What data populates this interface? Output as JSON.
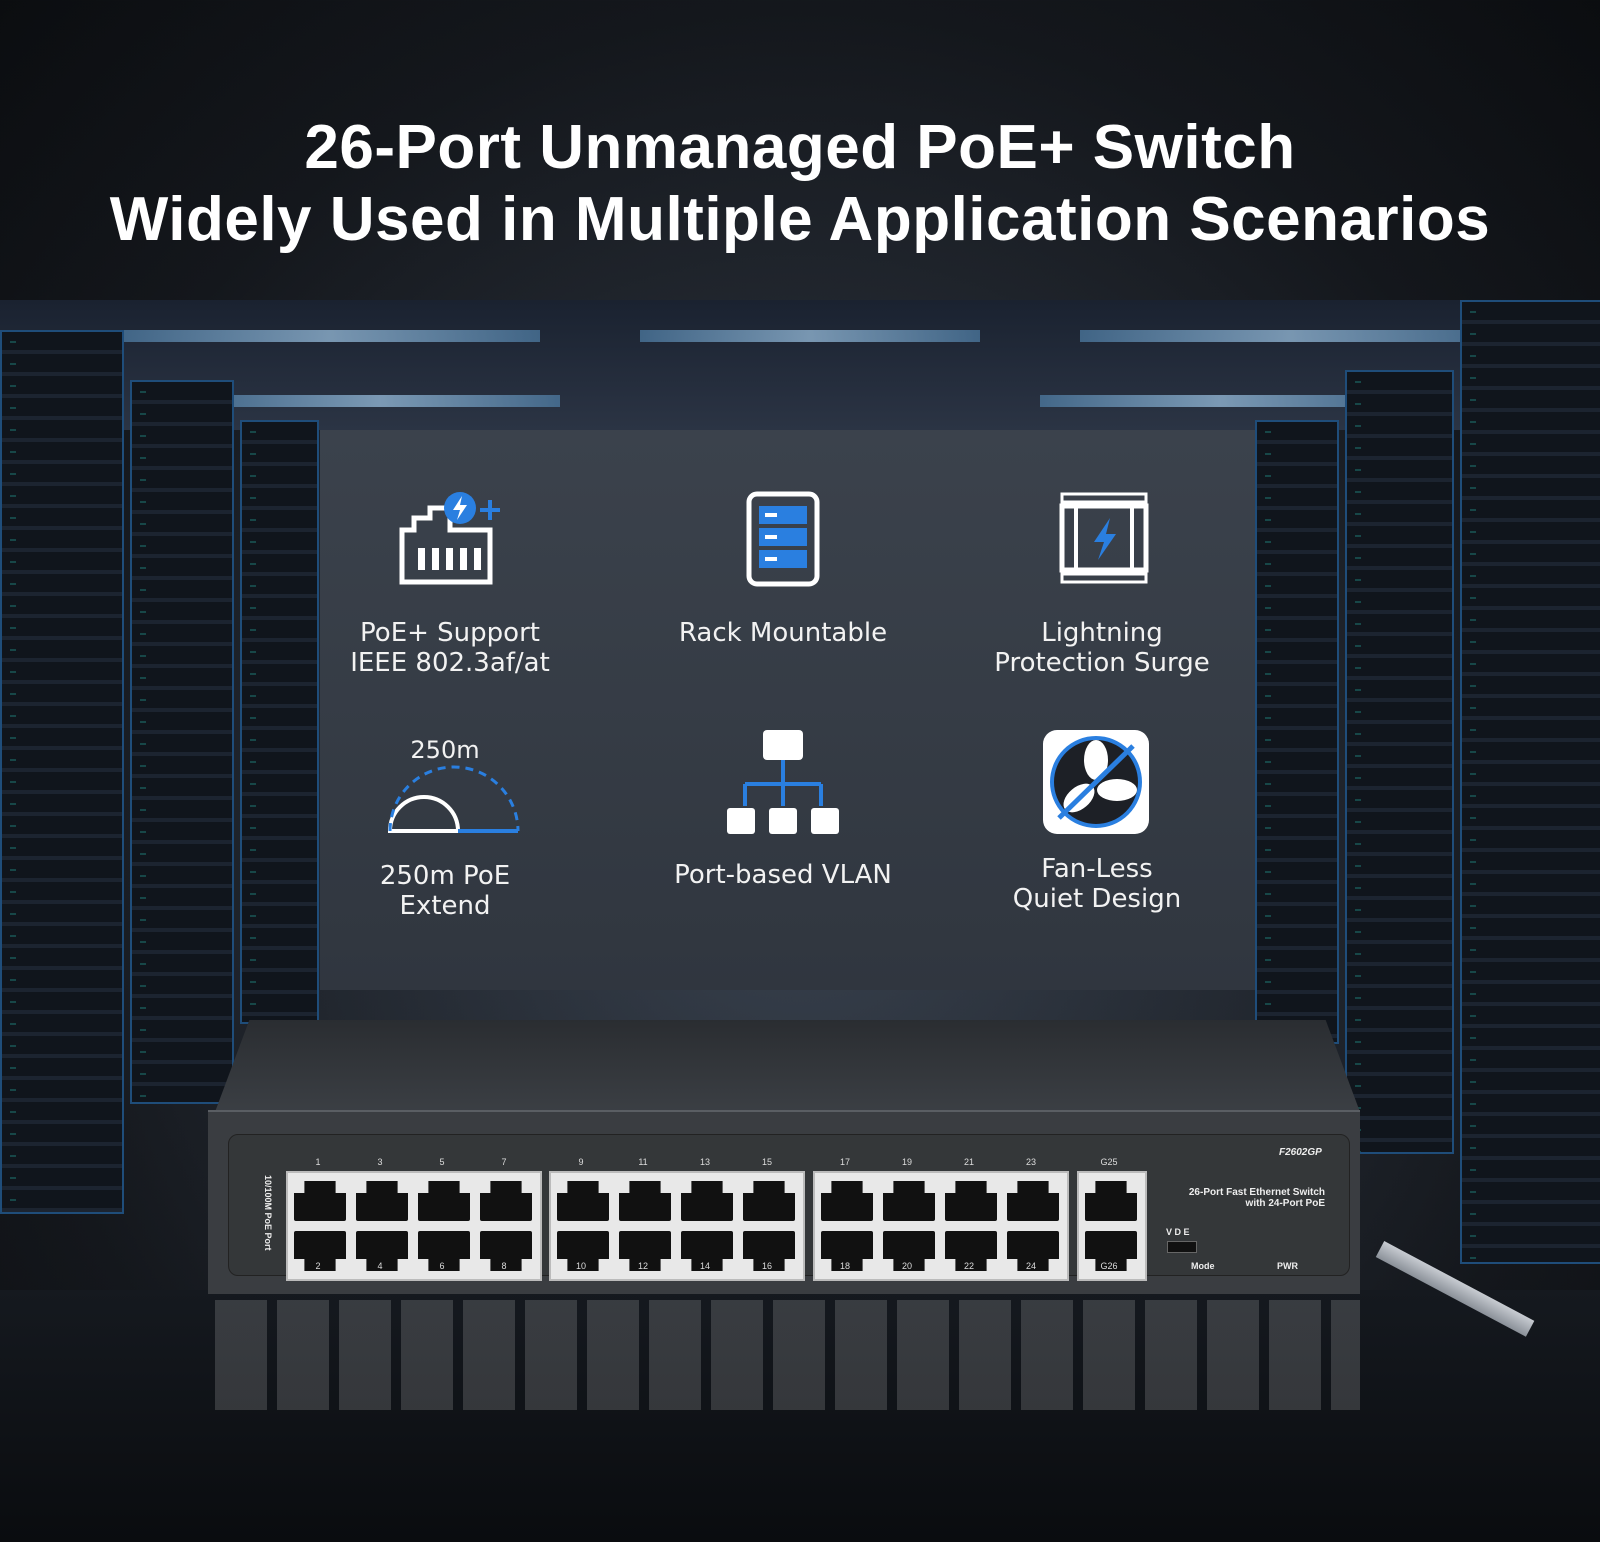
{
  "headline": {
    "line1": "26-Port Unmanaged PoE+ Switch",
    "line2": "Widely Used in Multiple Application Scenarios"
  },
  "features": [
    {
      "icon": "poe-port-icon",
      "line1": "PoE+ Support",
      "line2": "IEEE 802.3af/at"
    },
    {
      "icon": "server-rack-icon",
      "line1": "Rack Mountable",
      "line2": ""
    },
    {
      "icon": "lightning-protection-icon",
      "line1": "Lightning",
      "line2": "Protection Surge"
    },
    {
      "icon": "distance-arc-icon",
      "icon_text": "250m",
      "line1": "250m PoE",
      "line2": "Extend"
    },
    {
      "icon": "vlan-tree-icon",
      "line1": "Port-based VLAN",
      "line2": ""
    },
    {
      "icon": "fan-off-icon",
      "line1": "Fan-Less",
      "line2": "Quiet Design"
    }
  ],
  "device": {
    "model": "F2602GP",
    "description_line1": "26-Port Fast Ethernet Switch",
    "description_line2": "with 24-Port PoE",
    "side_label": "10/100M PoE Port",
    "top_port_numbers": [
      "1",
      "3",
      "5",
      "7",
      "9",
      "11",
      "13",
      "15",
      "17",
      "19",
      "21",
      "23",
      "G25"
    ],
    "bottom_port_numbers": [
      "2",
      "4",
      "6",
      "8",
      "10",
      "12",
      "14",
      "16",
      "18",
      "20",
      "22",
      "24",
      "G26"
    ],
    "mode_switch_letters": "V D E",
    "mode_label": "Mode",
    "power_label": "PWR"
  },
  "colors": {
    "accent_blue": "#2a7fe0",
    "background": "#262c35"
  }
}
